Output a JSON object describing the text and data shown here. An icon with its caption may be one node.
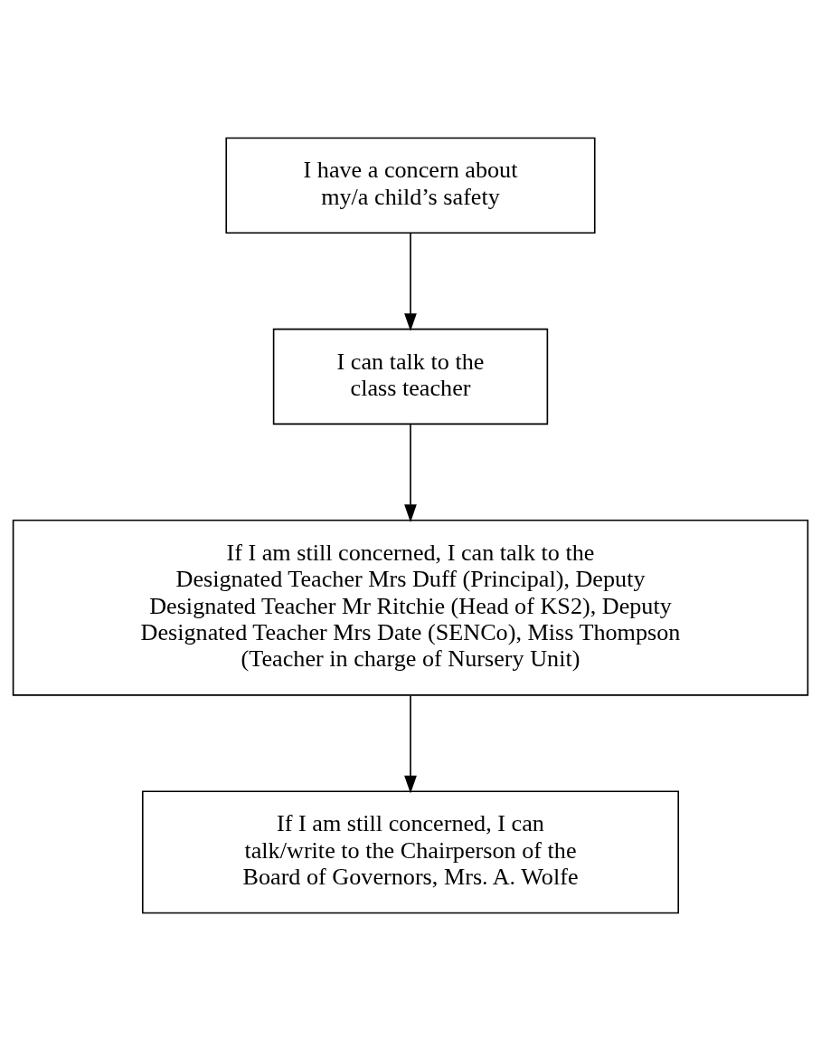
{
  "diagram": {
    "nodes": [
      {
        "text": [
          "I have a concern about my/a child’s safety"
        ]
      },
      {
        "text": [
          "I can talk to the class teacher"
        ]
      },
      {
        "text": [
          "If I am still concerned, I can talk to the Designated Teacher Mrs Duff (Principal), Deputy Designated Teacher Mr Ritchie (Head of KS2), Deputy Designated Teacher Mrs Date (SENCo), Miss Thompson (Teacher in charge of Nursery Unit)"
        ]
      },
      {
        "text": [
          "If I am still concerned, I can talk/write to the Chairperson of the Board of Governors, Mrs. A. Wolfe"
        ]
      }
    ],
    "edges": [
      {
        "from": 0,
        "to": 1,
        "arrow": "to"
      },
      {
        "from": 1,
        "to": 2,
        "arrow": "to"
      },
      {
        "from": 2,
        "to": 3,
        "arrow": "to"
      }
    ]
  }
}
